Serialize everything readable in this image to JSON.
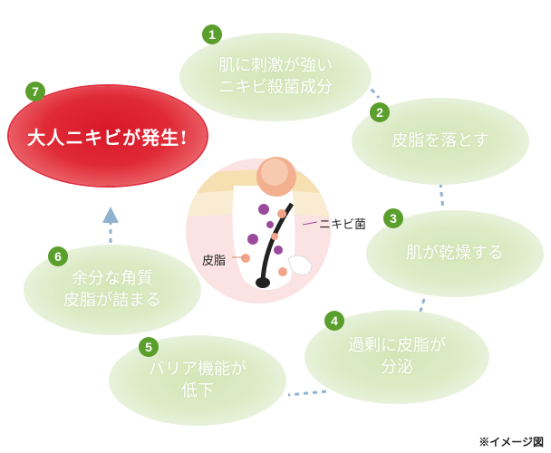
{
  "steps": [
    {
      "num": "1",
      "line1": "肌に刺激が強い",
      "line2": "ニキビ殺菌成分"
    },
    {
      "num": "2",
      "line1": "皮脂を落とす",
      "line2": ""
    },
    {
      "num": "3",
      "line1": "肌が乾燥する",
      "line2": ""
    },
    {
      "num": "4",
      "line1": "過剰に皮脂が",
      "line2": "分泌"
    },
    {
      "num": "5",
      "line1": "バリア機能が",
      "line2": "低下"
    },
    {
      "num": "6",
      "line1": "余分な角質",
      "line2": "皮脂が詰まる"
    },
    {
      "num": "7",
      "line1": "大人ニキビが発生!",
      "line2": ""
    }
  ],
  "illustration": {
    "label_sebum": "皮脂",
    "label_bacteria": "ニキビ菌"
  },
  "footnote": "※イメージ図",
  "colors": {
    "bubble": "#dcebc5",
    "badge": "#5a9e2c",
    "result": "#e02a36",
    "connector": "#8fb3cf"
  }
}
